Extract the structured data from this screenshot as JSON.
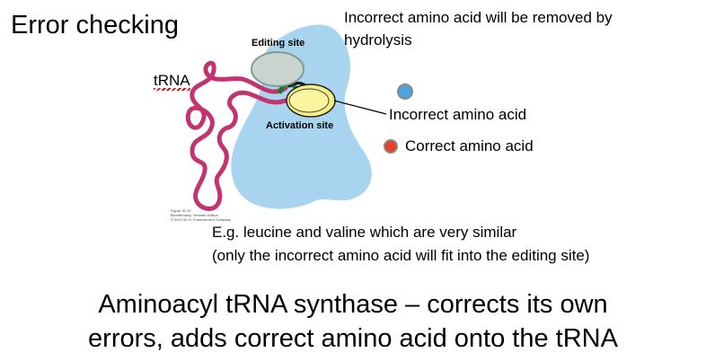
{
  "slide": {
    "title": "Error checking",
    "removal_note": [
      "Incorrect amino acid will be removed by",
      "hydrolysis"
    ],
    "example_note": [
      "E.g. leucine and valine which are very similar",
      "(only the incorrect amino acid will fit into the editing site)"
    ],
    "summary": [
      "Aminoacyl tRNA  synthase –  corrects its own",
      "errors, adds correct amino acid onto the tRNA"
    ]
  },
  "diagram": {
    "editing_site_label": "Editing site",
    "activation_site_label": "Activation site",
    "trna_label": "tRNA",
    "figure_credit": [
      "Figure 30.10",
      "Biochemistry, Seventh Edition",
      "© 2012 W. H. Freeman and Company"
    ]
  },
  "legend": {
    "incorrect_amino_acid": "Incorrect amino acid",
    "correct_amino_acid": "Correct amino acid"
  },
  "colors": {
    "enzyme_fill": "#a8d4f0",
    "editing_site_fill": "#c9d4cf",
    "activation_site_fill": "#f5f080",
    "trna_stroke": "#c2336f",
    "incorrect_dot": "#4aa3df",
    "correct_dot": "#e8402a"
  }
}
